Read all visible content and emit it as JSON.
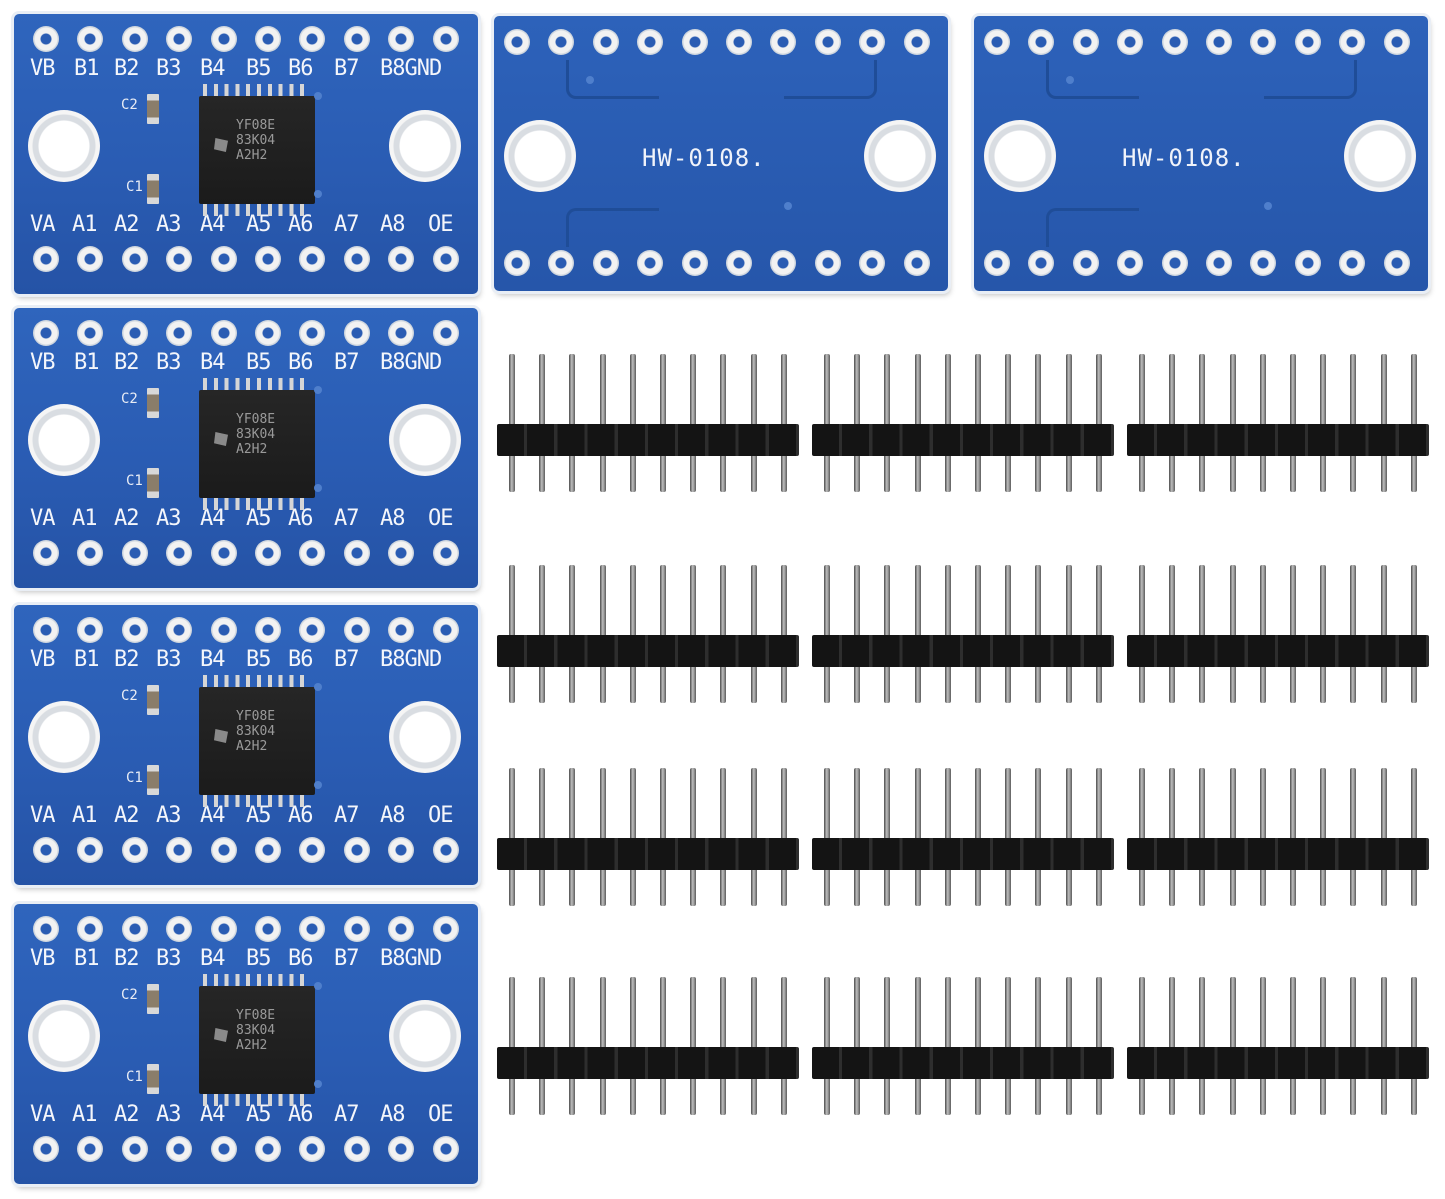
{
  "image": {
    "description_free": true
  },
  "front_board": {
    "top_labels": [
      "VB",
      "B1",
      "B2",
      "B3",
      "B4",
      "B5",
      "B6",
      "B7",
      "B8GND"
    ],
    "bottom_labels": [
      "VA",
      "A1",
      "A2",
      "A3",
      "A4",
      "A5",
      "A6",
      "A7",
      "A8",
      "OE"
    ],
    "chip_marking": "YF08E\n83K04\nA2H2",
    "cap_labels": [
      "C2",
      "C1"
    ]
  },
  "back_board": {
    "model": "HW-0108."
  },
  "counts": {
    "front_boards": 4,
    "back_boards": 2,
    "pin_headers": 12
  },
  "colors": {
    "pcb": "#2a5cb3",
    "header": "#141414",
    "pad": "#f2f2f2"
  }
}
